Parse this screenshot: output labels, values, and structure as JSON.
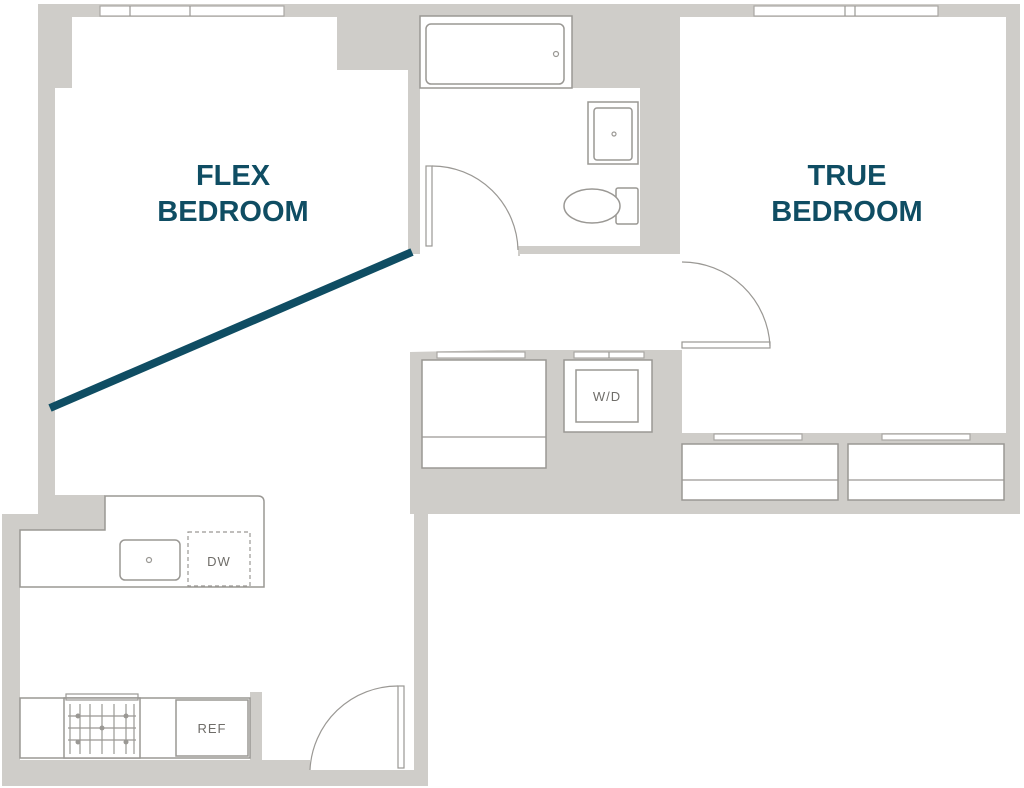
{
  "rooms": {
    "flex_bedroom": {
      "line1": "FLEX",
      "line2": "BEDROOM"
    },
    "true_bedroom": {
      "line1": "TRUE",
      "line2": "BEDROOM"
    }
  },
  "fixtures": {
    "washer_dryer": "W/D",
    "dishwasher": "DW",
    "refrigerator": "REF"
  },
  "colors": {
    "room_label": "#0f4d63",
    "partition": "#0f4d63",
    "wall": "#cfcdc9"
  }
}
